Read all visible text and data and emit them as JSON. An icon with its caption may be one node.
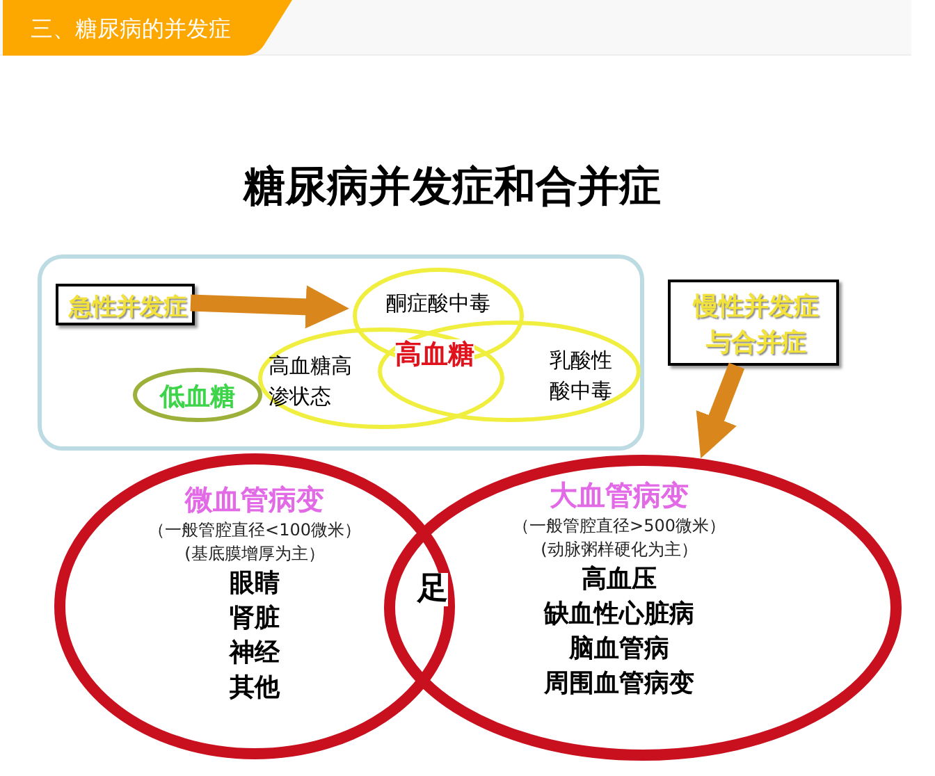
{
  "diagram": {
    "title": "糖尿病并发症和合并症",
    "nodes": [
      {
        "text": [],
        "shape": "box"
      },
      {
        "text": [
          "急性并发症"
        ],
        "in": 0
      },
      {
        "text": [
          "酮症酸中毒"
        ],
        "in": 0
      },
      {
        "text": [
          "高血糖高渗状态"
        ],
        "in": 0
      },
      {
        "text": [
          "乳酸性酸中毒"
        ],
        "in": 0
      },
      {
        "text": [
          "低血糖"
        ],
        "in": 0
      },
      {
        "text": [
          "慢性并发症与合并症"
        ]
      },
      {
        "text": [
          "微血管病变",
          "（一般管腔直径<100微米）",
          "(基底膜增厚为主）",
          "眼睛",
          "肾脏",
          "神经",
          "其他"
        ]
      },
      {
        "text": [
          "大血管病变",
          "（一般管腔直径>500微米）",
          "(动脉粥样硬化为主）",
          "高血压",
          "缺血性心脏病",
          "脑血管病",
          "周围血管病变"
        ]
      }
    ],
    "edges": [
      {
        "from": 1,
        "to": 2,
        "arrow": "to"
      },
      {
        "from": 6,
        "to": 8,
        "arrow": "to"
      }
    ],
    "labels": [
      "三、糖尿病的并发症",
      "高血糖",
      "足"
    ]
  }
}
